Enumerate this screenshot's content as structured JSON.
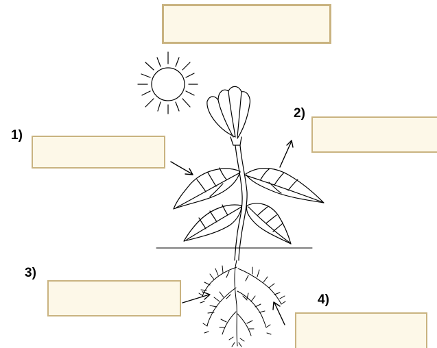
{
  "title_box": {
    "value": ""
  },
  "labels": [
    {
      "number": "1)",
      "answer": ""
    },
    {
      "number": "2)",
      "answer": ""
    },
    {
      "number": "3)",
      "answer": ""
    },
    {
      "number": "4)",
      "answer": ""
    }
  ],
  "colors": {
    "box_fill": "#fdf8e8",
    "box_border": "#c9b380",
    "line": "#000000"
  },
  "illustration": {
    "icons": [
      "sun-icon",
      "plant-illustration"
    ]
  }
}
